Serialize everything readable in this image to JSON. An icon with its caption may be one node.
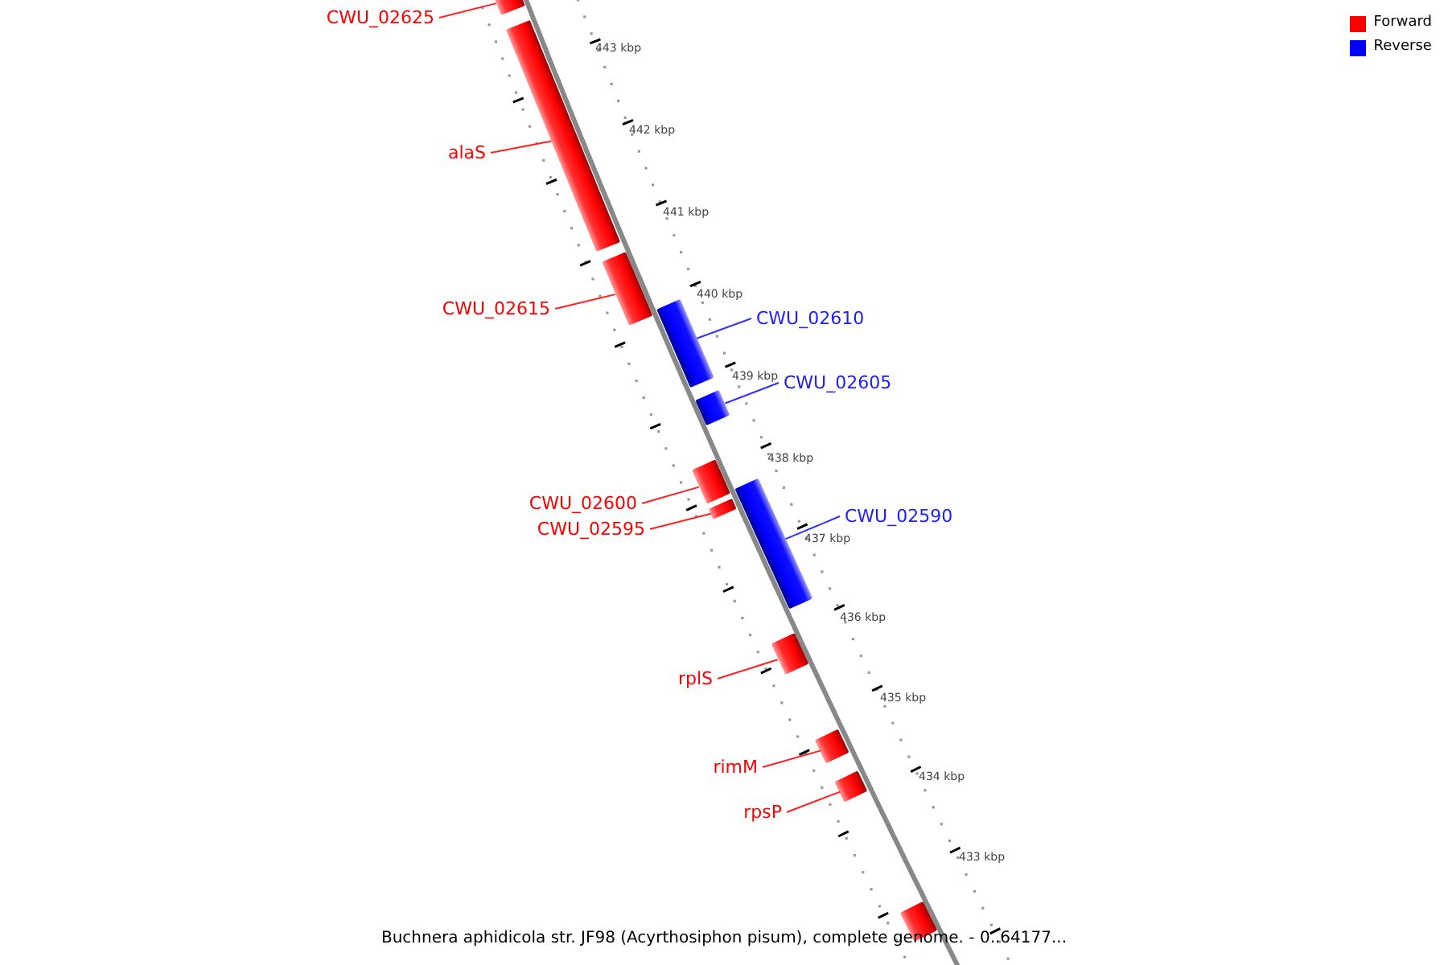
{
  "diagram": {
    "caption": "Buchnera aphidicola str. JF98 (Acyrthosiphon pisum), complete genome. - 0..64177...",
    "nodes": [
      {
        "text": [
          "CWU_02625"
        ]
      },
      {
        "text": [],
        "shape": "bar"
      },
      {
        "text": [
          "alaS"
        ]
      },
      {
        "text": [],
        "shape": "bar"
      },
      {
        "text": [
          "CWU_02615"
        ]
      },
      {
        "text": [],
        "shape": "bar"
      },
      {
        "text": [
          "CWU_02610"
        ]
      },
      {
        "text": [],
        "shape": "bar"
      },
      {
        "text": [
          "CWU_02605"
        ]
      },
      {
        "text": [],
        "shape": "bar"
      },
      {
        "text": [
          "CWU_02600"
        ]
      },
      {
        "text": [],
        "shape": "bar"
      },
      {
        "text": [
          "CWU_02595"
        ]
      },
      {
        "text": [],
        "shape": "bar"
      },
      {
        "text": [
          "CWU_02590"
        ]
      },
      {
        "text": [],
        "shape": "bar"
      },
      {
        "text": [
          "rplS"
        ]
      },
      {
        "text": [],
        "shape": "bar"
      },
      {
        "text": [
          "rimM"
        ]
      },
      {
        "text": [],
        "shape": "bar"
      },
      {
        "text": [
          "rpsP"
        ]
      },
      {
        "text": [],
        "shape": "bar"
      },
      {
        "text": [],
        "shape": "bar"
      }
    ],
    "edges": [
      {
        "from": 0,
        "to": 1,
        "arrow": "none"
      },
      {
        "from": 2,
        "to": 3,
        "arrow": "none"
      },
      {
        "from": 4,
        "to": 5,
        "arrow": "none"
      },
      {
        "from": 6,
        "to": 7,
        "arrow": "none",
        "color": "#3030ff"
      },
      {
        "from": 8,
        "to": 9,
        "arrow": "none",
        "color": "#3030ff"
      },
      {
        "from": 10,
        "to": 11,
        "arrow": "none"
      },
      {
        "from": 12,
        "to": 13,
        "arrow": "none"
      },
      {
        "from": 14,
        "to": 15,
        "arrow": "none",
        "color": "#3030ff"
      },
      {
        "from": 16,
        "to": 17,
        "arrow": "none"
      },
      {
        "from": 18,
        "to": 19,
        "arrow": "none"
      },
      {
        "from": 20,
        "to": 21,
        "arrow": "none"
      }
    ],
    "labels": [
      "443 kbp",
      "442 kbp",
      "441 kbp",
      "440 kbp",
      "439 kbp",
      "438 kbp",
      "437 kbp",
      "436 kbp",
      "435 kbp",
      "434 kbp",
      "433 kbp"
    ],
    "legend": [
      {
        "text": "Forward",
        "color": "#ff0000"
      },
      {
        "text": "Reverse",
        "color": "#0000ff"
      }
    ]
  }
}
